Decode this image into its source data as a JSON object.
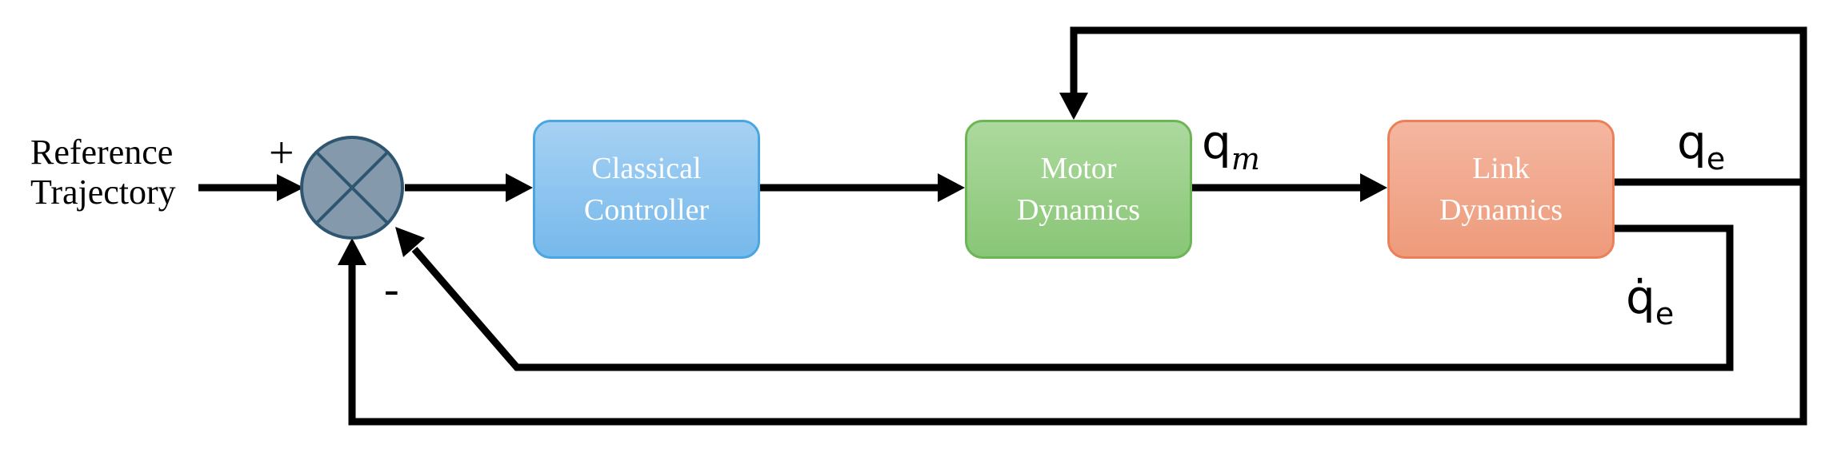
{
  "input_label_line1": "Reference",
  "input_label_line2": "Trajectory",
  "summing_junction": {
    "plus": "+",
    "minus": "-"
  },
  "blocks": {
    "controller": {
      "line1": "Classical",
      "line2": "Controller"
    },
    "motor": {
      "line1": "Motor",
      "line2": "Dynamics"
    },
    "link": {
      "line1": "Link",
      "line2": "Dynamics"
    }
  },
  "signals": {
    "motor_output": {
      "base": "q",
      "subscript": "m"
    },
    "link_position": {
      "base": "q",
      "subscript": "e"
    },
    "link_velocity": {
      "base": "q̇",
      "subscript": "e"
    }
  },
  "colors": {
    "controller_fill": "#8cc5f0",
    "motor_fill": "#9acf88",
    "link_fill": "#f1a88c",
    "summing_fill": "#8499ab",
    "lines": "#000000"
  }
}
